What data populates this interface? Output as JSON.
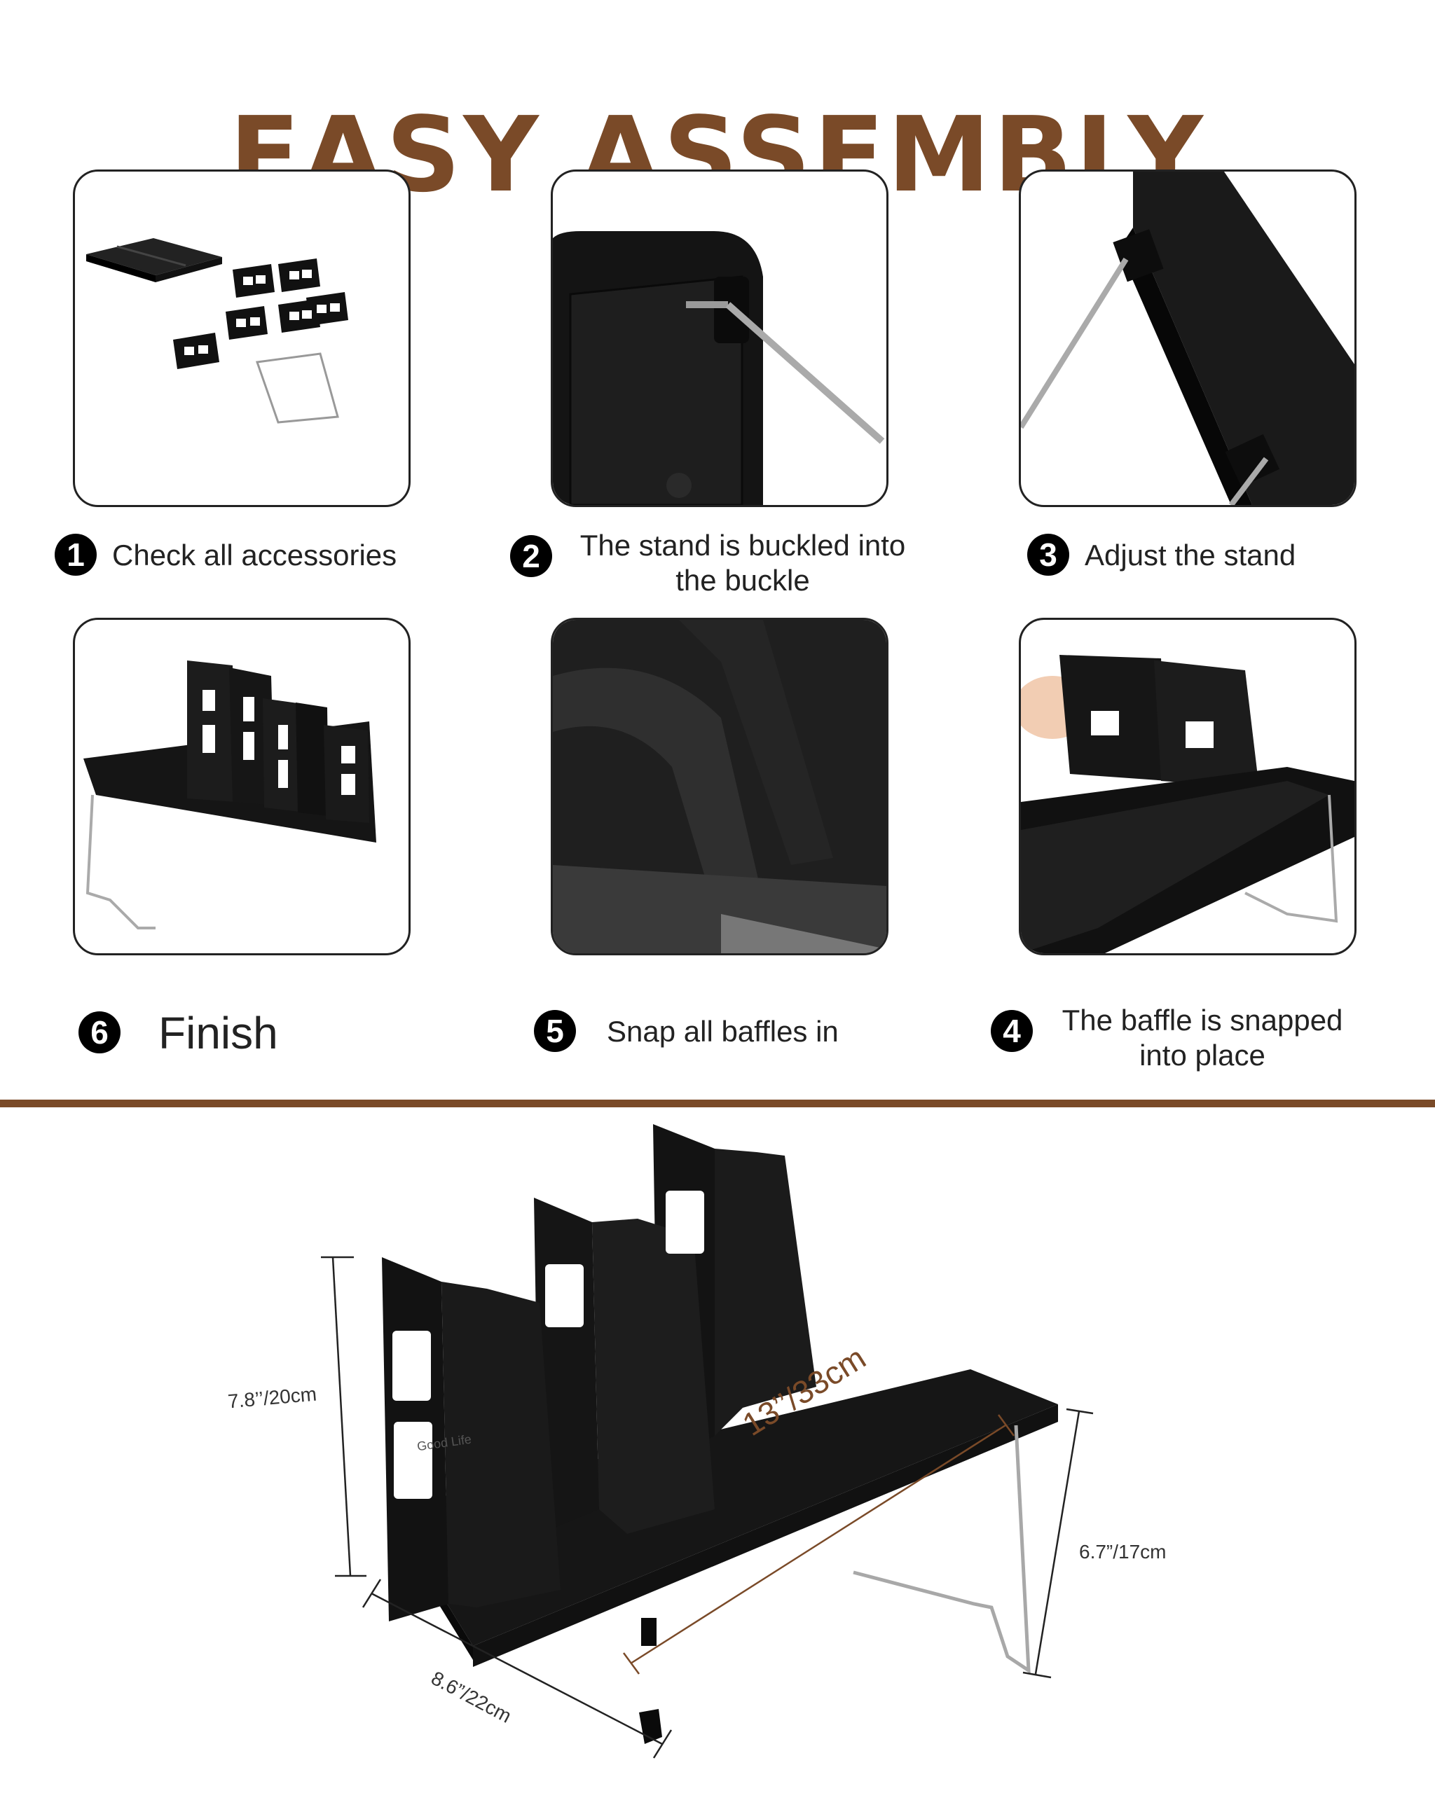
{
  "header": {
    "title": "EASY ASSEMBLY"
  },
  "colors": {
    "accent": "#7a4a28",
    "ink": "#111111",
    "wire": "#a8a8a8"
  },
  "steps": [
    {
      "number": "1",
      "text": "Check all accessories"
    },
    {
      "number": "2",
      "text": "The stand is buckled into the buckle"
    },
    {
      "number": "3",
      "text": "Adjust the stand"
    },
    {
      "number": "4",
      "text": "The baffle is snapped into place"
    },
    {
      "number": "5",
      "text": "Snap all baffles in"
    },
    {
      "number": "6",
      "text": "Finish"
    }
  ],
  "dimensions": {
    "height_baffle": "7.8’’/20cm",
    "length": "13’’/33cm",
    "height_stand": "6.7”/17cm",
    "width": "8.6”/22cm"
  },
  "brand_mark": "Good Life"
}
